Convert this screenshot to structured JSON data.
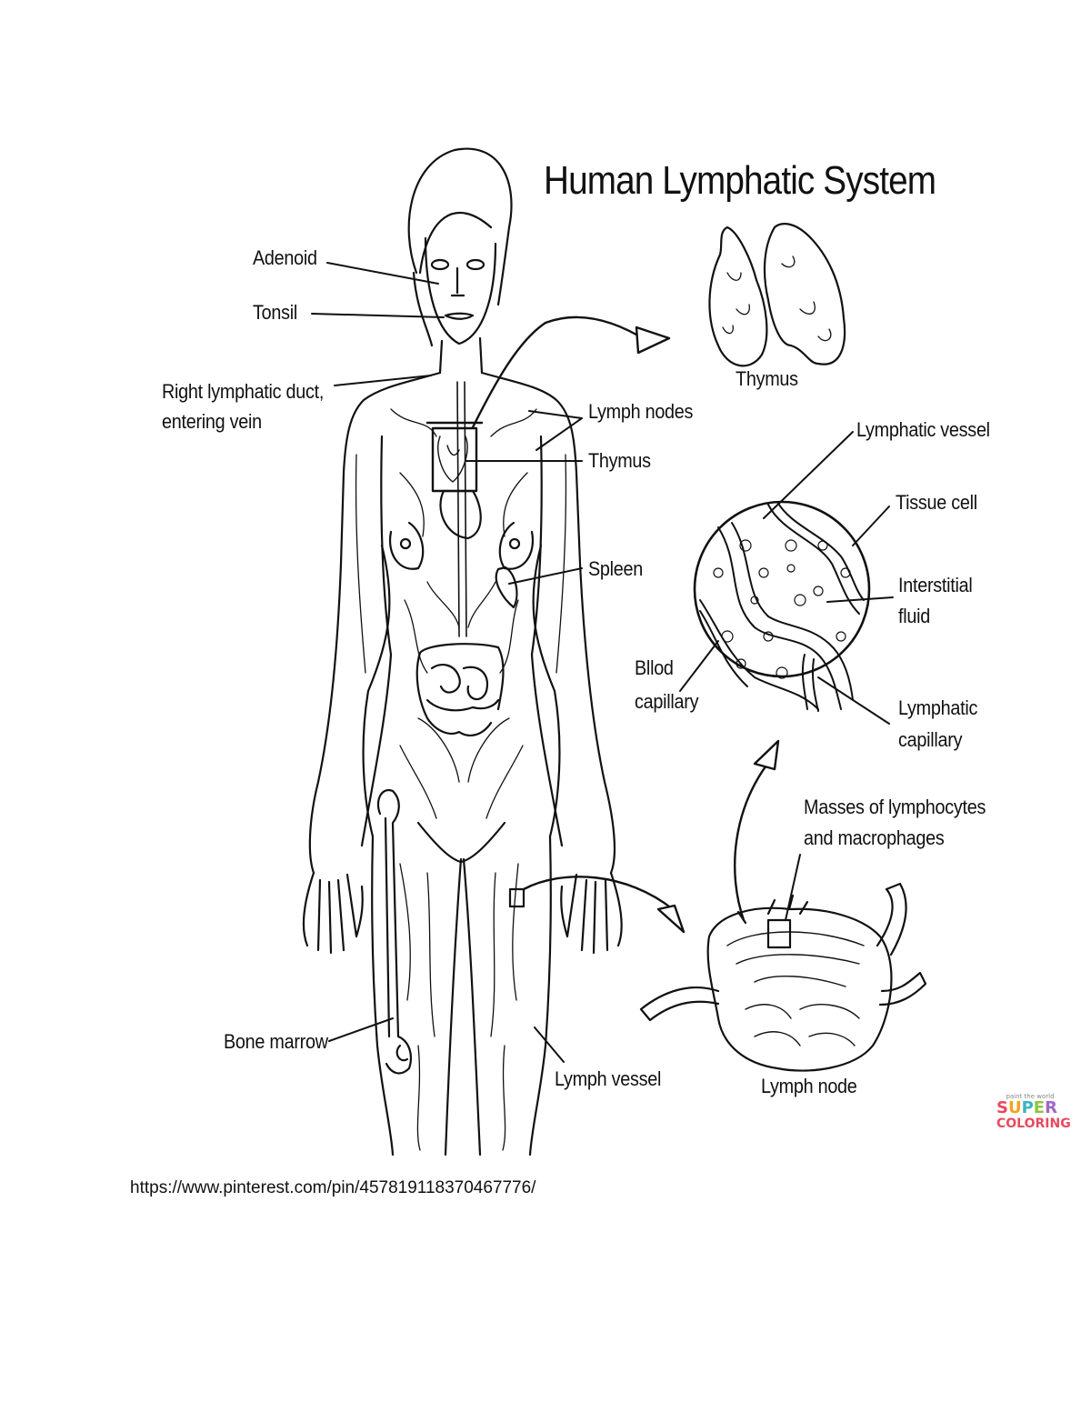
{
  "title": "Human Lymphatic System",
  "labels": {
    "adenoid": "Adenoid",
    "tonsil": "Tonsil",
    "right_duct_line1": "Right lymphatic duct,",
    "right_duct_line2": "entering vein",
    "lymph_nodes": "Lymph nodes",
    "thymus_body": "Thymus",
    "thymus_detail": "Thymus",
    "spleen": "Spleen",
    "bone_marrow": "Bone marrow",
    "lymph_vessel": "Lymph vessel",
    "lymphatic_vessel": "Lymphatic vessel",
    "tissue_cell": "Tissue cell",
    "interstitial_line1": "Interstitial",
    "interstitial_line2": "fluid",
    "blood_cap_line1": "Bllod",
    "blood_cap_line2": "capillary",
    "lymph_cap_line1": "Lymphatic",
    "lymph_cap_line2": "capillary",
    "masses_line1": "Masses of lymphocytes",
    "masses_line2": "and macrophages",
    "lymph_node": "Lymph node"
  },
  "source_url": "https://www.pinterest.com/pin/457819118370467776/",
  "logo": {
    "small_text": "paint the world",
    "line1": "SUPER",
    "line2": "COLORING",
    "colors": [
      "#e84a5f",
      "#f7a21b",
      "#3bb4c1",
      "#8dc63f",
      "#a066c9"
    ]
  }
}
